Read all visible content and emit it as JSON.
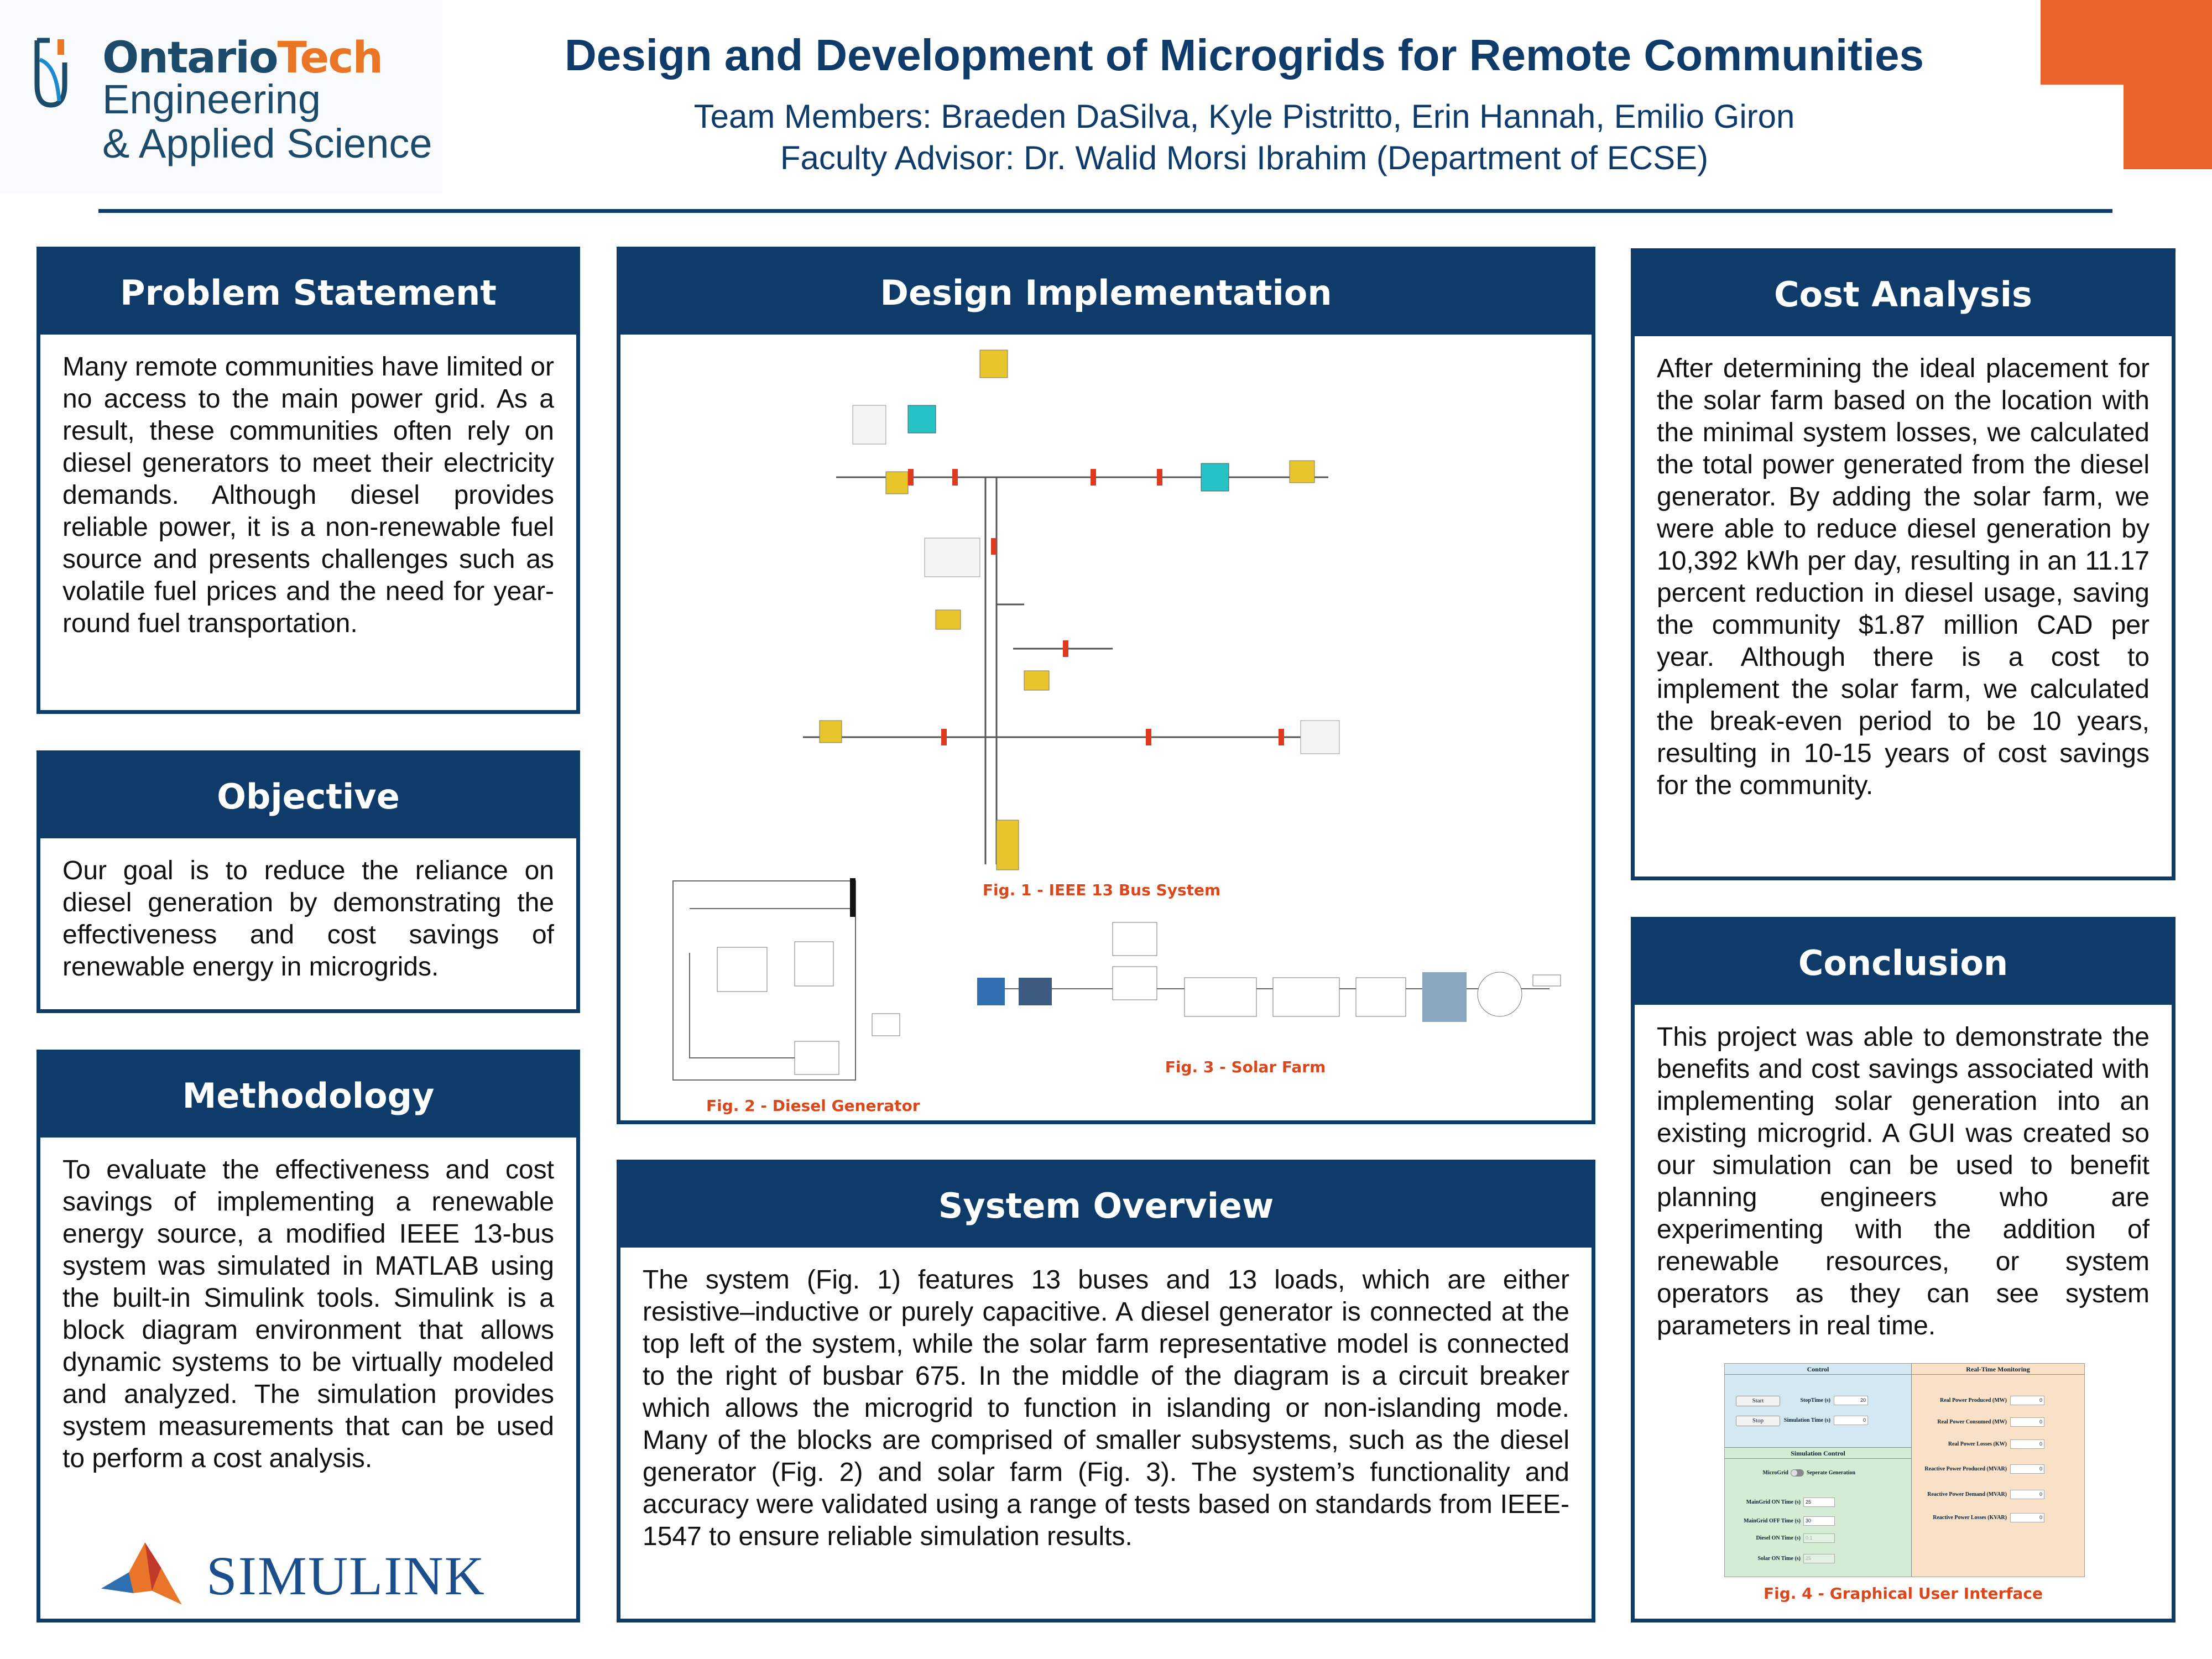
{
  "header": {
    "logo_brand_dark": "Ontario",
    "logo_brand_orange": "Tech",
    "logo_line1": "Engineering",
    "logo_line2": "& Applied Science",
    "title": "Design and Development of Microgrids for Remote Communities",
    "team": "Team Members: Braeden DaSilva, Kyle Pistritto, Erin Hannah, Emilio Giron",
    "advisor": "Faculty Advisor: Dr. Walid Morsi Ibrahim (Department of ECSE)"
  },
  "colors": {
    "navy": "#0f3b6b",
    "orange": "#e8622a",
    "caption": "#d9481c"
  },
  "problem": {
    "title": "Problem Statement",
    "body": "Many remote communities have limited or no access to the main power grid. As a result, these communities often rely on diesel generators to meet their electricity demands. Although diesel provides reliable power, it is a non-renewable fuel source and presents challenges such as volatile fuel prices and the need for year-round fuel transportation."
  },
  "objective": {
    "title": "Objective",
    "body": "Our goal is to reduce the reliance on diesel generation by demonstrating the effectiveness and cost savings of renewable energy in microgrids."
  },
  "methodology": {
    "title": "Methodology",
    "body": "To evaluate the effectiveness and cost savings of implementing a renewable energy source, a modified IEEE 13-bus system was simulated in MATLAB using the built-in Simulink tools. Simulink is a block diagram environment that allows dynamic systems to be virtually modeled and analyzed. The simulation provides system measurements that can be used to perform a cost analysis.",
    "logo_text": "SIMULINK"
  },
  "design": {
    "title": "Design Implementation",
    "fig1": "Fig. 1 - IEEE 13 Bus System",
    "fig2": "Fig. 2 - Diesel Generator",
    "fig3": "Fig. 3 - Solar Farm"
  },
  "overview": {
    "title": "System Overview",
    "body": "The system (Fig. 1) features 13 buses and 13 loads, which are either resistive–inductive or purely capacitive. A diesel generator is connected at the top left of the system, while the solar farm representative model is connected to the right of busbar 675. In the middle of the diagram is a circuit breaker which allows the microgrid to function in islanding or non-islanding mode.  Many of the blocks are comprised of smaller subsystems, such as the diesel generator (Fig. 2) and solar farm (Fig. 3). The system’s functionality and accuracy were validated using a range of tests based on standards from IEEE-1547 to ensure reliable simulation results."
  },
  "cost": {
    "title": "Cost Analysis",
    "body": "After determining the ideal placement for the solar farm based on the location with the minimal system losses, we calculated the total power generated from the diesel generator. By adding the solar farm, we were able to reduce diesel generation by 10,392 kWh per day, resulting in an 11.17 percent reduction in diesel usage, saving the community $1.87 million CAD per year. Although there is a cost to implement the solar farm, we calculated the break-even period to be 10 years, resulting in 10-15 years of cost savings for the community."
  },
  "conclusion": {
    "title": "Conclusion",
    "body": "This project was able to demonstrate the benefits and cost savings associated with implementing solar generation into an existing microgrid. A GUI was created so our simulation can be used to benefit planning engineers who are experimenting with the addition of renewable resources, or system operators as they can see system parameters in real time.",
    "fig4": "Fig. 4 - Graphical User Interface"
  },
  "gui": {
    "control": "Control",
    "start": "Start",
    "stop": "Stop",
    "stop_time_label": "StopTime (s)",
    "stop_time": "20",
    "sim_time_label": "Simulation Time (s)",
    "sim_time": "0",
    "sim_control": "Simulation Control",
    "toggle_left": "MicroGrid",
    "toggle_right": "Seperate Generation",
    "fields": [
      {
        "label": "MainGrid ON Time (s)",
        "value": "25"
      },
      {
        "label": "MainGrid OFF Time (s)",
        "value": "30"
      },
      {
        "label": "Diesel ON Time (s)",
        "value": "0.1"
      },
      {
        "label": "Solar ON Time (s)",
        "value": "25"
      }
    ],
    "monitoring": "Real-Time Monitoring",
    "readouts": [
      {
        "label": "Real Power Produced (MW)",
        "value": "0"
      },
      {
        "label": "Real Power Consumed (MW)",
        "value": "0"
      },
      {
        "label": "Real Power Losses (KW)",
        "value": "0"
      },
      {
        "label": "Reactive Power Produced (MVAR)",
        "value": "0"
      },
      {
        "label": "Reactive Power Demand (MVAR)",
        "value": "0"
      },
      {
        "label": "Reactive Power Losses (KVAR)",
        "value": "0"
      }
    ]
  }
}
